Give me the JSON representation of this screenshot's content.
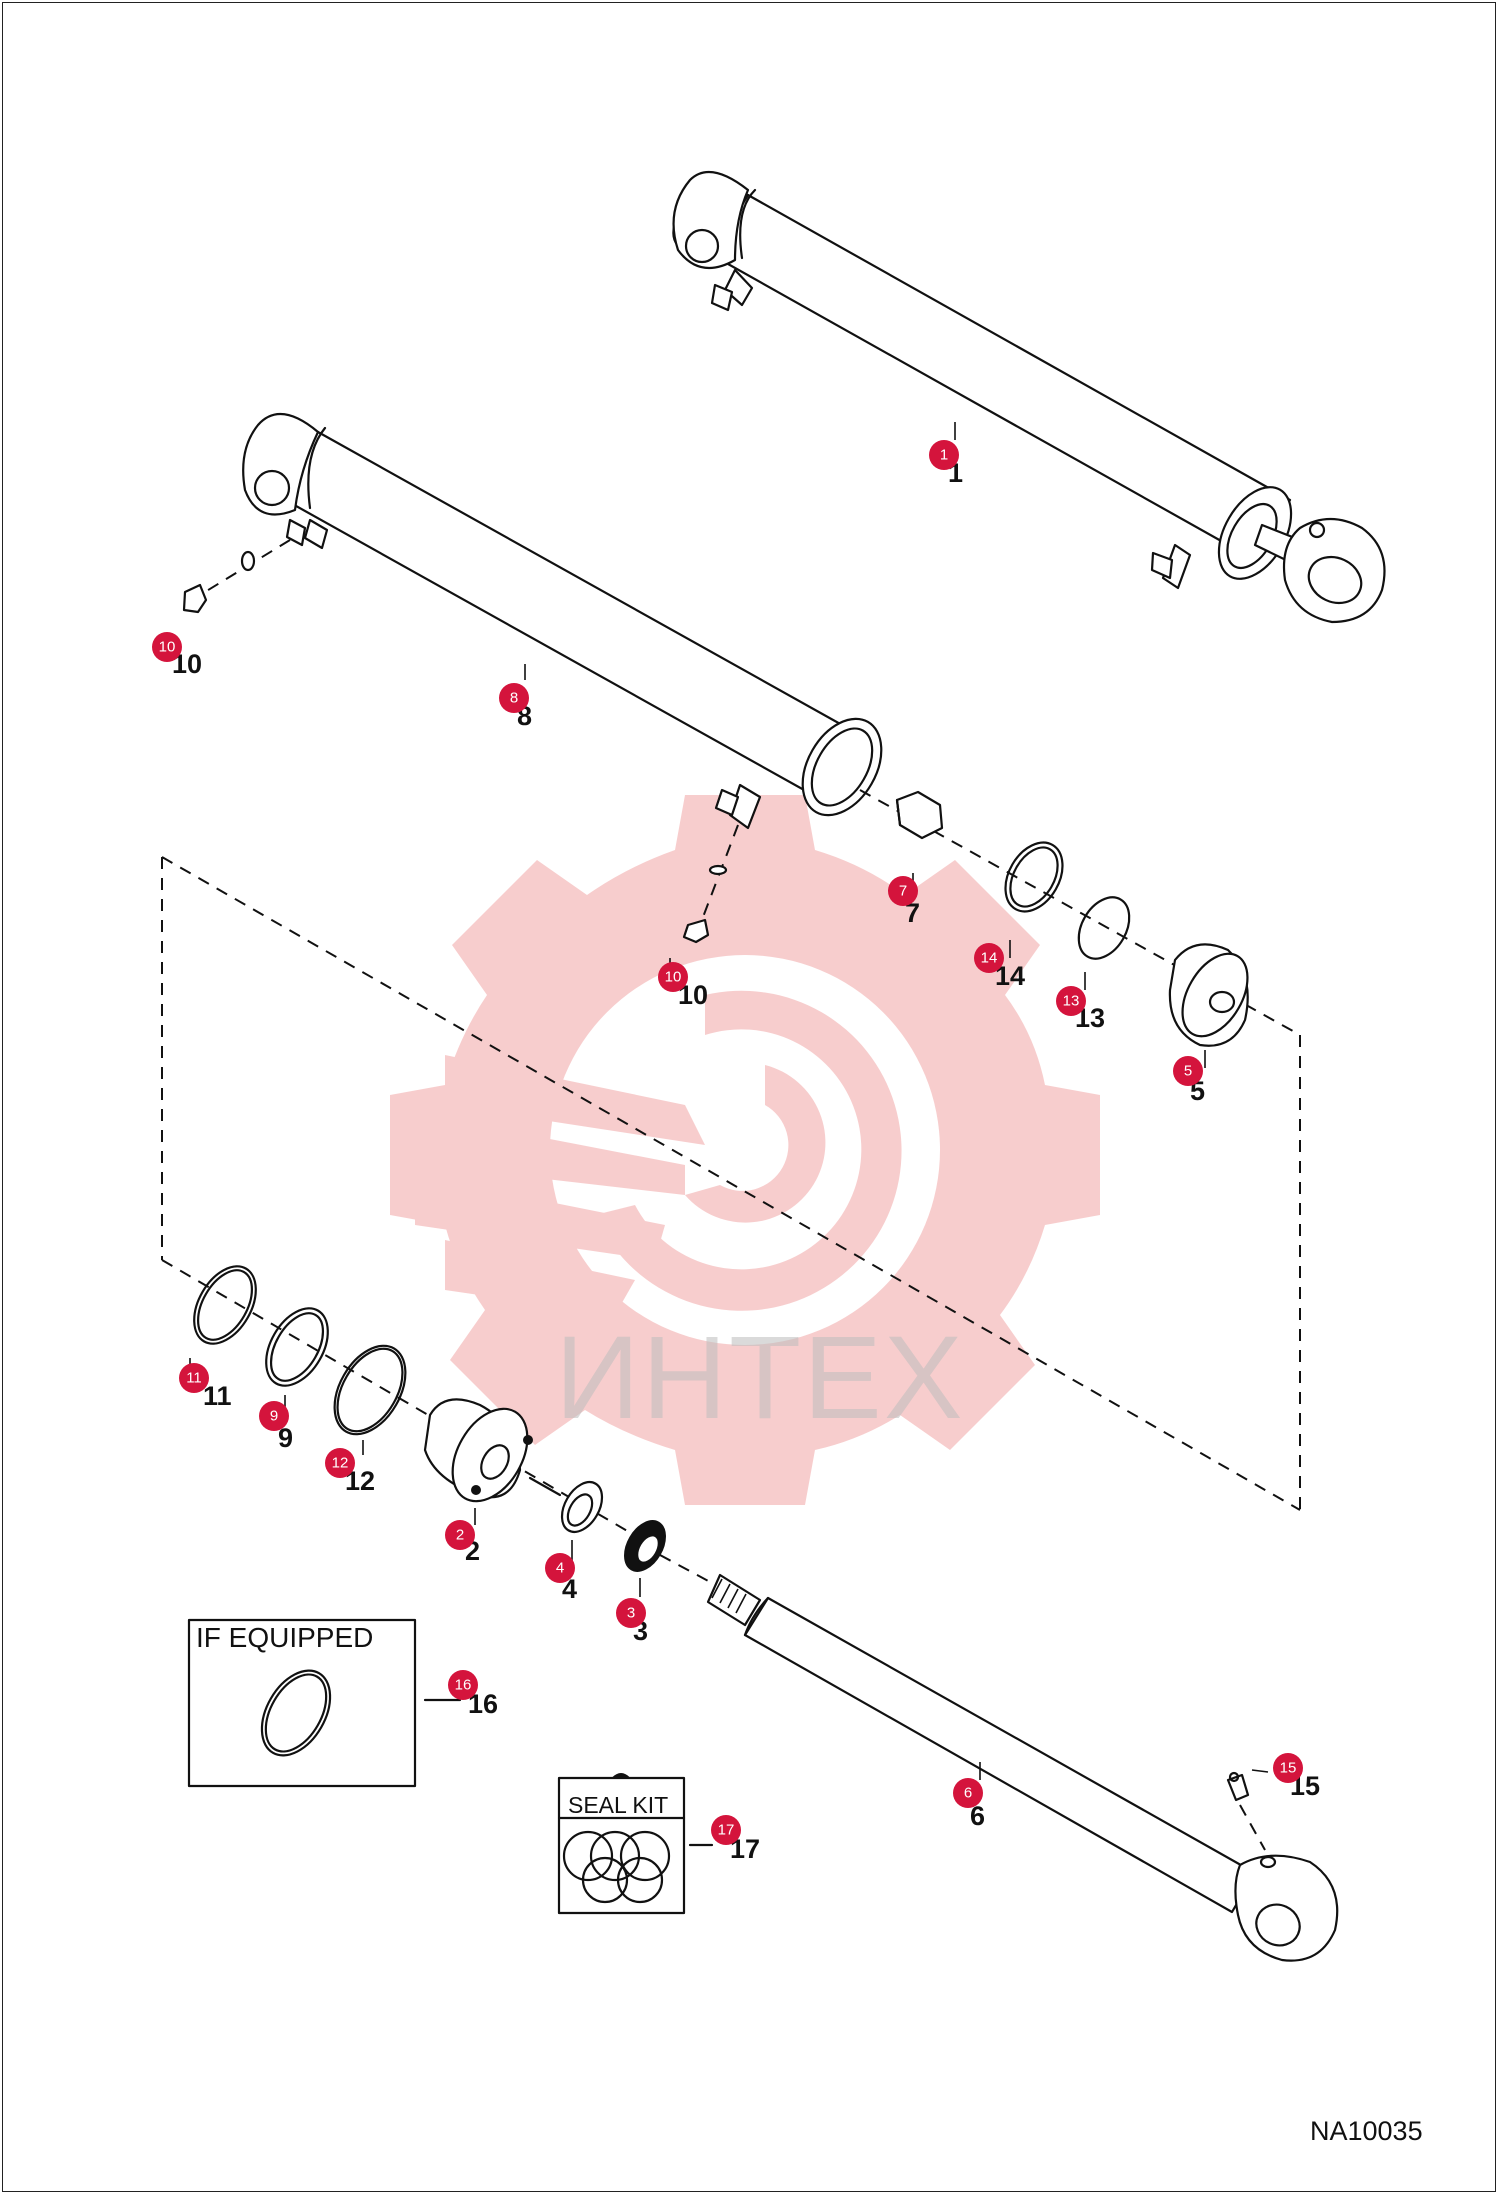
{
  "drawing_code": "NA10035",
  "watermark_text": "ИНТЕХ",
  "box_if_equipped": "IF EQUIPPED",
  "box_seal_kit": "SEAL KIT",
  "callouts": [
    {
      "id": "1",
      "label": "1"
    },
    {
      "id": "8",
      "label": "8"
    },
    {
      "id": "10a",
      "label": "10"
    },
    {
      "id": "7",
      "label": "7"
    },
    {
      "id": "14",
      "label": "14"
    },
    {
      "id": "10b",
      "label": "10"
    },
    {
      "id": "13",
      "label": "13"
    },
    {
      "id": "5",
      "label": "5"
    },
    {
      "id": "11",
      "label": "11"
    },
    {
      "id": "9",
      "label": "9"
    },
    {
      "id": "12",
      "label": "12"
    },
    {
      "id": "2",
      "label": "2"
    },
    {
      "id": "4",
      "label": "4"
    },
    {
      "id": "3",
      "label": "3"
    },
    {
      "id": "16",
      "label": "16"
    },
    {
      "id": "15",
      "label": "15"
    },
    {
      "id": "6",
      "label": "6"
    },
    {
      "id": "17",
      "label": "17"
    }
  ],
  "colors": {
    "badge": "#d4143c",
    "line": "#111111",
    "watermark": "#f2a6a6"
  }
}
